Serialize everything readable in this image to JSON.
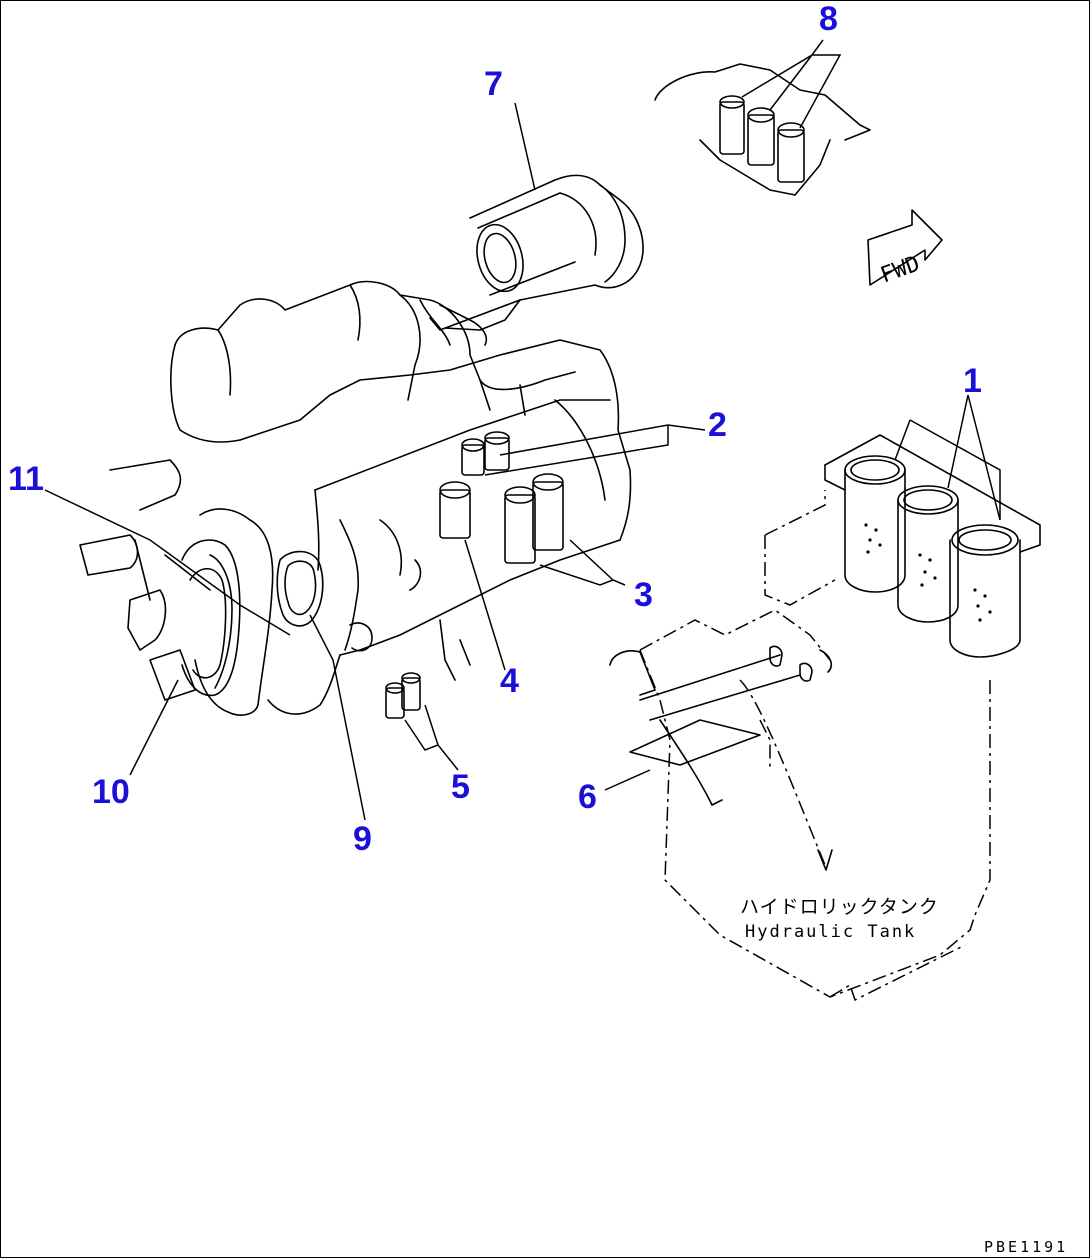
{
  "callouts": {
    "c1": "1",
    "c2": "2",
    "c3": "3",
    "c4": "4",
    "c5": "5",
    "c6": "6",
    "c7": "7",
    "c8": "8",
    "c9": "9",
    "c10": "10",
    "c11": "11"
  },
  "direction_arrow": {
    "label": "FWD",
    "icon": "forward-arrow-icon"
  },
  "tank_label": {
    "japanese": "ハイドロリックタンク",
    "english": "Hydraulic Tank"
  },
  "drawing_code": "PBE1191",
  "colors": {
    "callout": "#1a10d8",
    "line": "#000000",
    "background": "#ffffff"
  }
}
